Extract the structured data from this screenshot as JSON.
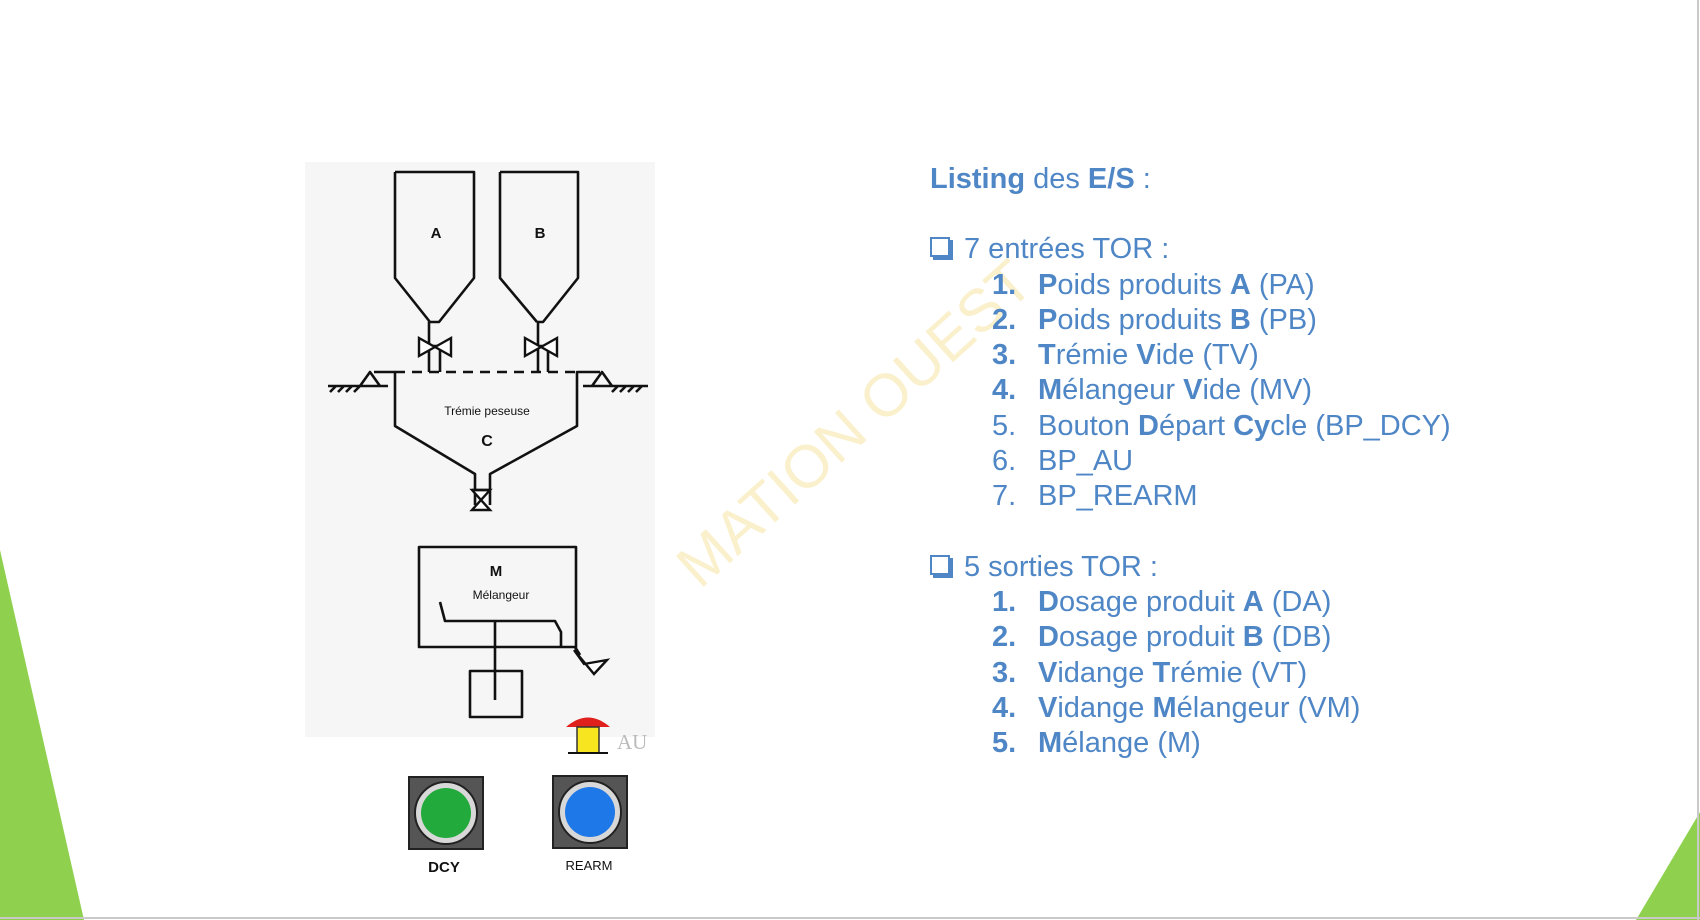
{
  "diagram": {
    "hopper_a": "A",
    "hopper_b": "B",
    "weigh_hopper_label": "Trémie peseuse",
    "weigh_hopper_letter": "C",
    "mixer_letter": "M",
    "mixer_label": "Mélangeur",
    "emergency_label": "AU",
    "dcy_label": "DCY",
    "rearm_label": "REARM",
    "watermark": "MATION OUEST"
  },
  "colors": {
    "text_blue": "#4f86c6",
    "slide_green": "#8fd14f",
    "dcy_green": "#22aa3c",
    "rearm_blue": "#1f78e8",
    "au_red": "#e0201c",
    "au_yellow": "#f7e51f"
  },
  "listing": {
    "title_parts": [
      {
        "text": "Listing",
        "bold": true
      },
      {
        "text": " des ",
        "bold": false
      },
      {
        "text": "E/S",
        "bold": true
      },
      {
        "text": " :",
        "bold": false
      }
    ],
    "inputs_heading": "7 entrées TOR :",
    "inputs": [
      {
        "num": "1.",
        "num_bold": true,
        "parts": [
          {
            "text": "P",
            "bold": true
          },
          {
            "text": "oids produits ",
            "bold": false
          },
          {
            "text": "A",
            "bold": true
          },
          {
            "text": " (PA)",
            "bold": false
          }
        ]
      },
      {
        "num": "2.",
        "num_bold": true,
        "parts": [
          {
            "text": "P",
            "bold": true
          },
          {
            "text": "oids produits ",
            "bold": false
          },
          {
            "text": "B",
            "bold": true
          },
          {
            "text": " (PB)",
            "bold": false
          }
        ]
      },
      {
        "num": "3.",
        "num_bold": true,
        "parts": [
          {
            "text": "T",
            "bold": true
          },
          {
            "text": "rémie ",
            "bold": false
          },
          {
            "text": "V",
            "bold": true
          },
          {
            "text": "ide (TV)",
            "bold": false
          }
        ]
      },
      {
        "num": "4.",
        "num_bold": true,
        "parts": [
          {
            "text": "M",
            "bold": true
          },
          {
            "text": "élangeur ",
            "bold": false
          },
          {
            "text": "V",
            "bold": true
          },
          {
            "text": "ide (MV)",
            "bold": false
          }
        ]
      },
      {
        "num": "5.",
        "num_bold": false,
        "parts": [
          {
            "text": "Bouton ",
            "bold": false
          },
          {
            "text": "D",
            "bold": true
          },
          {
            "text": "épart ",
            "bold": false
          },
          {
            "text": "Cy",
            "bold": true
          },
          {
            "text": "cle (BP_DCY)",
            "bold": false
          }
        ]
      },
      {
        "num": "6.",
        "num_bold": false,
        "parts": [
          {
            "text": "BP_AU",
            "bold": false
          }
        ]
      },
      {
        "num": "7.",
        "num_bold": false,
        "parts": [
          {
            "text": "BP_REARM",
            "bold": false
          }
        ]
      }
    ],
    "outputs_heading": "5 sorties TOR :",
    "outputs": [
      {
        "num": "1.",
        "num_bold": true,
        "parts": [
          {
            "text": "D",
            "bold": true
          },
          {
            "text": "osage produit ",
            "bold": false
          },
          {
            "text": "A",
            "bold": true
          },
          {
            "text": " (DA)",
            "bold": false
          }
        ]
      },
      {
        "num": "2.",
        "num_bold": true,
        "parts": [
          {
            "text": "D",
            "bold": true
          },
          {
            "text": "osage produit ",
            "bold": false
          },
          {
            "text": "B",
            "bold": true
          },
          {
            "text": " (DB)",
            "bold": false
          }
        ]
      },
      {
        "num": "3.",
        "num_bold": true,
        "parts": [
          {
            "text": "V",
            "bold": true
          },
          {
            "text": "idange ",
            "bold": false
          },
          {
            "text": "T",
            "bold": true
          },
          {
            "text": "rémie (VT)",
            "bold": false
          }
        ]
      },
      {
        "num": "4.",
        "num_bold": true,
        "parts": [
          {
            "text": "V",
            "bold": true
          },
          {
            "text": "idange ",
            "bold": false
          },
          {
            "text": "M",
            "bold": true
          },
          {
            "text": "élangeur (VM)",
            "bold": false
          }
        ]
      },
      {
        "num": "5.",
        "num_bold": true,
        "parts": [
          {
            "text": "M",
            "bold": true
          },
          {
            "text": "élange (M)",
            "bold": false
          }
        ]
      }
    ]
  }
}
